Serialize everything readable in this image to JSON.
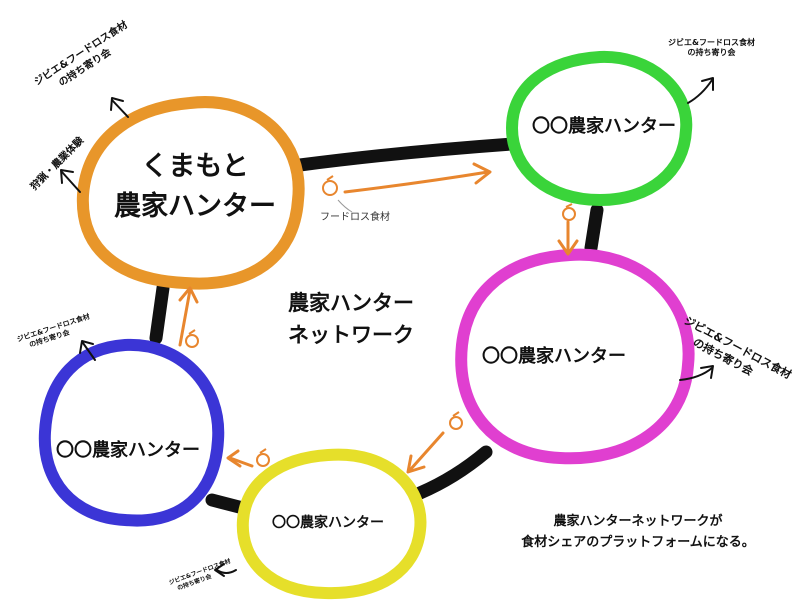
{
  "nodes": {
    "kumamoto": {
      "line1": "くまもと",
      "line2": "農家ハンター",
      "color": "#e8962a"
    },
    "green": {
      "label": "〇〇農家ハンター",
      "color": "#3ad43a"
    },
    "magenta": {
      "label": "〇〇農家ハンター",
      "color": "#e03fd0"
    },
    "yellow": {
      "label": "〇〇農家ハンター",
      "color": "#e6df2a"
    },
    "blue": {
      "label": "〇〇農家ハンター",
      "color": "#3b35d6"
    }
  },
  "center_title": {
    "line1": "農家ハンター",
    "line2": "ネットワーク"
  },
  "food_loss_label": "フードロス食材",
  "annotations": {
    "kumamoto_gibier": {
      "line1": "ジビエ&フードロス食材",
      "line2": "の持ち寄り会"
    },
    "kumamoto_hunting": "狩猟・農業体験",
    "green_gibier": {
      "line1": "ジビエ&フードロス食材",
      "line2": "の持ち寄り会"
    },
    "magenta_gibier": {
      "line1": "ジビエ&フードロス食材",
      "line2": "の持ち寄り会"
    },
    "blue_gibier": {
      "line1": "ジビエ&フードロス食材",
      "line2": "の持ち寄り会"
    },
    "yellow_gibier": {
      "line1": "ジビエ&フードロス食材",
      "line2": "の持ち寄り会"
    }
  },
  "summary": {
    "line1": "農家ハンターネットワークが",
    "line2": "食材シェアのプラットフォームになる。"
  },
  "colors": {
    "link": "#111111",
    "food_arrow": "#e8862e",
    "annotation_arrow": "#111111"
  }
}
